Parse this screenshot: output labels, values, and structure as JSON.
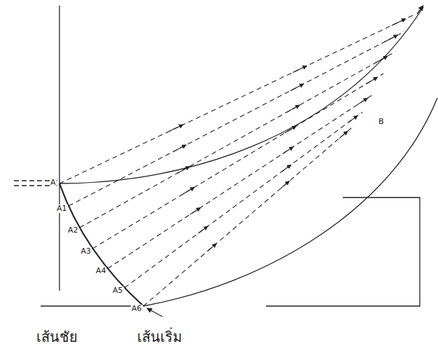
{
  "diagram": {
    "labels": [
      "A",
      "A1",
      "A2",
      "A3",
      "A4",
      "A5",
      "A6",
      "B",
      "เส้นชัย",
      "เส้นเริ่ม"
    ]
  }
}
